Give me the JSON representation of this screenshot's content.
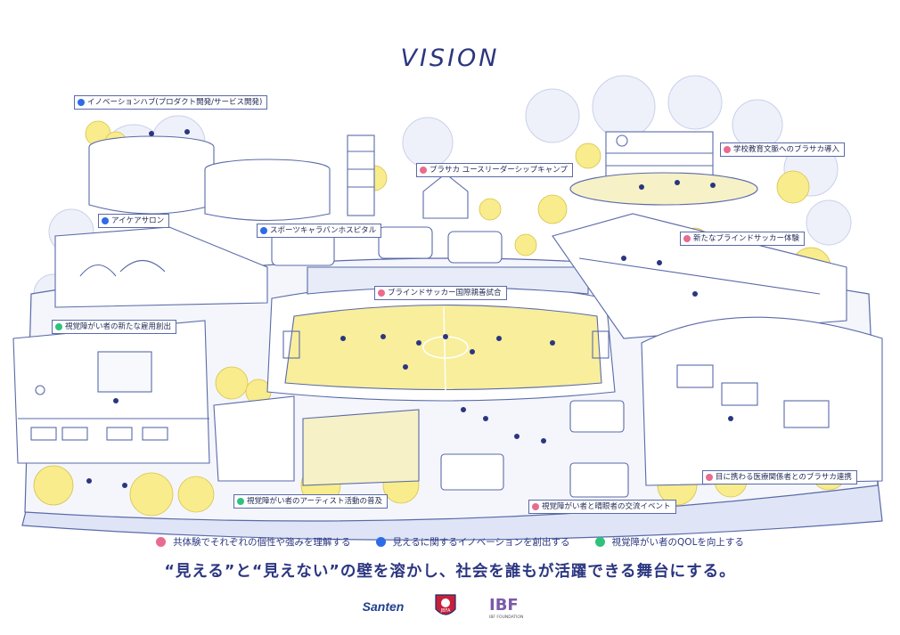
{
  "title": "VISION",
  "colors": {
    "accent": "#2b3680",
    "pink": "#e96b8f",
    "blue": "#2e6be6",
    "green": "#2fc27d",
    "yellow": "#f6e98a"
  },
  "tags": [
    {
      "text": "イノベーションハブ(プロダクト開発/サービス開発)",
      "color": "blue"
    },
    {
      "text": "プラサカ ユースリーダーシップキャンプ",
      "color": "pink"
    },
    {
      "text": "学校教育文脈へのブラサカ導入",
      "color": "pink"
    },
    {
      "text": "アイケアサロン",
      "color": "blue"
    },
    {
      "text": "スポーツキャラバンホスピタル",
      "color": "blue"
    },
    {
      "text": "新たなブラインドサッカー体験",
      "color": "pink"
    },
    {
      "text": "ブラインドサッカー国際親善試合",
      "color": "pink"
    },
    {
      "text": "視覚障がい者の新たな雇用創出",
      "color": "green"
    },
    {
      "text": "目に携わる医療関係者とのブラサカ連携",
      "color": "pink"
    },
    {
      "text": "視覚障がい者のアーティスト活動の普及",
      "color": "green"
    },
    {
      "text": "視覚障がい者と晴眼者の交流イベント",
      "color": "pink"
    }
  ],
  "legend": [
    {
      "text": "共体験でそれぞれの個性や強みを理解する",
      "color": "pink"
    },
    {
      "text": "見えるに関するイノベーションを創出する",
      "color": "blue"
    },
    {
      "text": "視覚障がい者のQOLを向上する",
      "color": "green"
    }
  ],
  "slogan": "“見える”と“見えない”の壁を溶かし、社会を誰もが活躍できる舞台にする。",
  "logos": {
    "santen": "Santen",
    "jbfa": "JBFA",
    "ibf": "IBF",
    "ibf_sub": "IBF FOUNDATION"
  }
}
